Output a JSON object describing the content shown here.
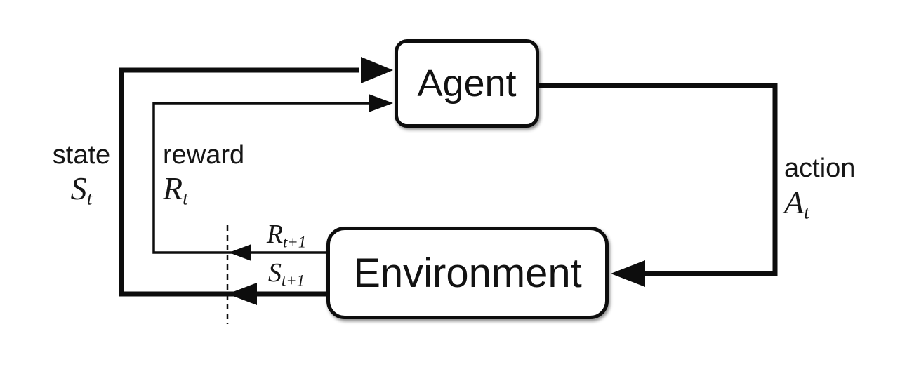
{
  "diagram": {
    "description": "agent-environment interaction loop",
    "nodes": {
      "agent": {
        "label": "Agent"
      },
      "environment": {
        "label": "Environment"
      }
    },
    "labels": {
      "state": {
        "word": "state",
        "symbol": "S",
        "sub": "t"
      },
      "reward": {
        "word": "reward",
        "symbol": "R",
        "sub": "t"
      },
      "action": {
        "word": "action",
        "symbol": "A",
        "sub": "t"
      },
      "next_reward": {
        "symbol": "R",
        "sub": "t+1"
      },
      "next_state": {
        "symbol": "S",
        "sub": "t+1"
      }
    },
    "colors": {
      "line": "#0d0d0d",
      "background": "#ffffff",
      "text": "#161616"
    }
  }
}
